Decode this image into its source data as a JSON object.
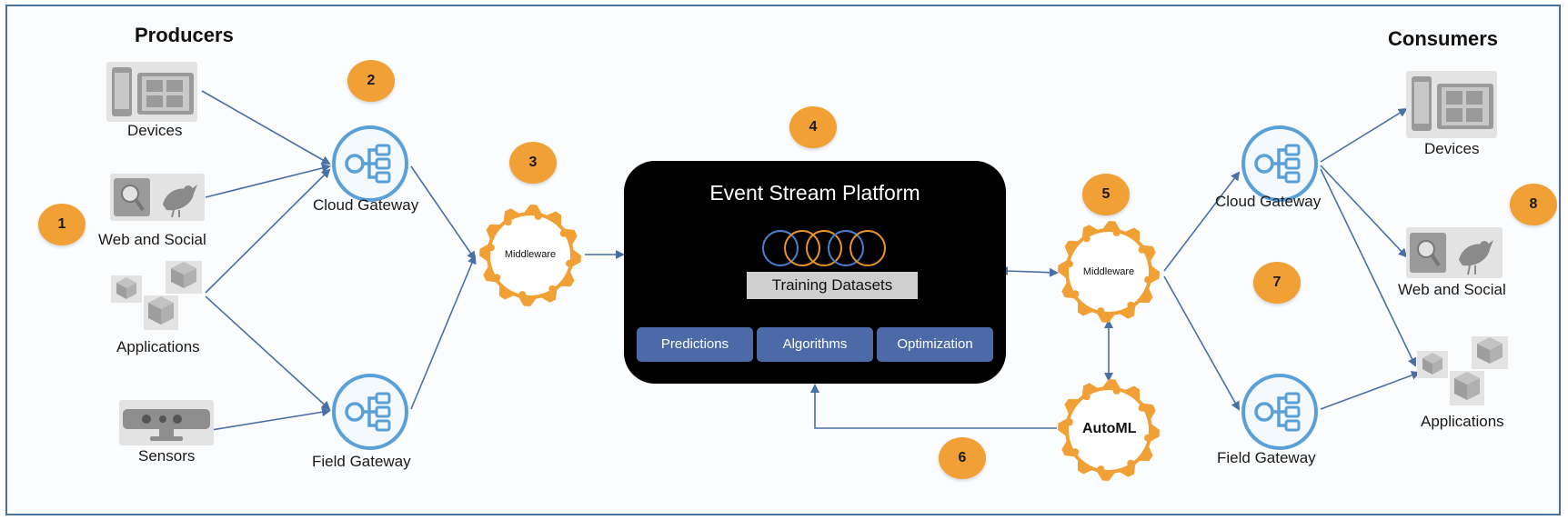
{
  "headings": {
    "producers": "Producers",
    "consumers": "Consumers"
  },
  "producers": {
    "devices": "Devices",
    "web_social": "Web and Social",
    "applications": "Applications",
    "sensors": "Sensors"
  },
  "gateways": {
    "left_cloud": "Cloud Gateway",
    "left_field": "Field Gateway",
    "right_cloud": "Cloud Gateway",
    "right_field": "Field Gateway"
  },
  "middleware": {
    "left": "Middleware",
    "right": "Middleware"
  },
  "automl": "AutoML",
  "platform": {
    "title": "Event Stream Platform",
    "training": "Training Datasets",
    "buttons": [
      "Predictions",
      "Algorithms",
      "Optimization"
    ]
  },
  "consumers": {
    "devices": "Devices",
    "web_social": "Web and Social",
    "applications": "Applications"
  },
  "badges": [
    "1",
    "2",
    "3",
    "4",
    "5",
    "6",
    "7",
    "8"
  ],
  "colors": {
    "badge": "#f0a035",
    "middleware": "#f0a035",
    "gateway": "#5aa0d8",
    "arrow": "#4a6fa5",
    "platform": "#000000",
    "platform_button": "#4c6aa8"
  },
  "icons": [
    "device-icon",
    "web-social-icon",
    "cube-icon",
    "sensor-icon",
    "gateway-icon",
    "gear-icon"
  ]
}
